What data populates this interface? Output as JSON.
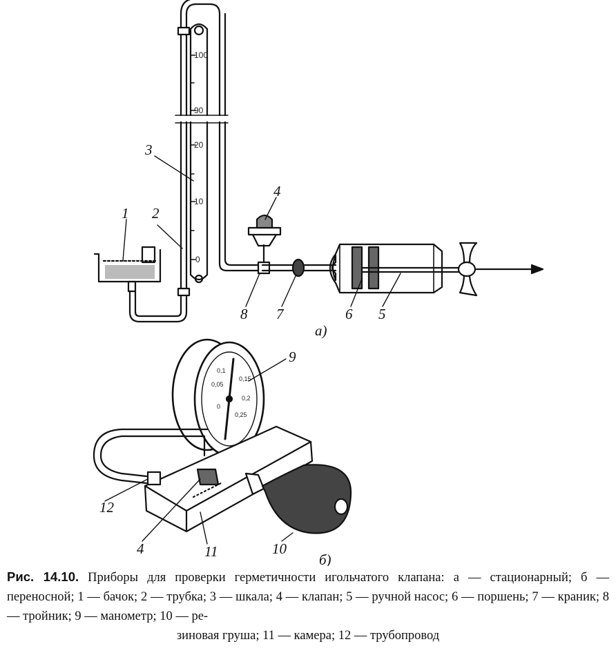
{
  "scale_ticks": [
    "100",
    "90",
    "20",
    "10",
    "0"
  ],
  "callouts": {
    "n1": "1",
    "n2": "2",
    "n3": "3",
    "n4_top": "4",
    "n5": "5",
    "n6": "6",
    "n7": "7",
    "n8": "8",
    "n9": "9",
    "n10": "10",
    "n11": "11",
    "n12": "12",
    "n4_bottom": "4"
  },
  "panel_labels": {
    "a": "а)",
    "b": "б)"
  },
  "gauge_marks": [
    "0,1",
    "0,15",
    "0,2",
    "0,25",
    "0,05",
    "0"
  ],
  "caption": {
    "figure_no": "Рис. 14.10.",
    "text": " Приборы для проверки герметичности игольчатого клапана: а — стационарный; б — переносной; 1 — бачок; 2 — трубка; 3 — шкала; 4 — клапан; 5 — ручной насос; 6 — поршень; 7 — краник; 8 — тройник; 9 — манометр; 10 — ре-",
    "last_line": "зиновая груша; 11 — камера; 12 — трубопровод"
  }
}
